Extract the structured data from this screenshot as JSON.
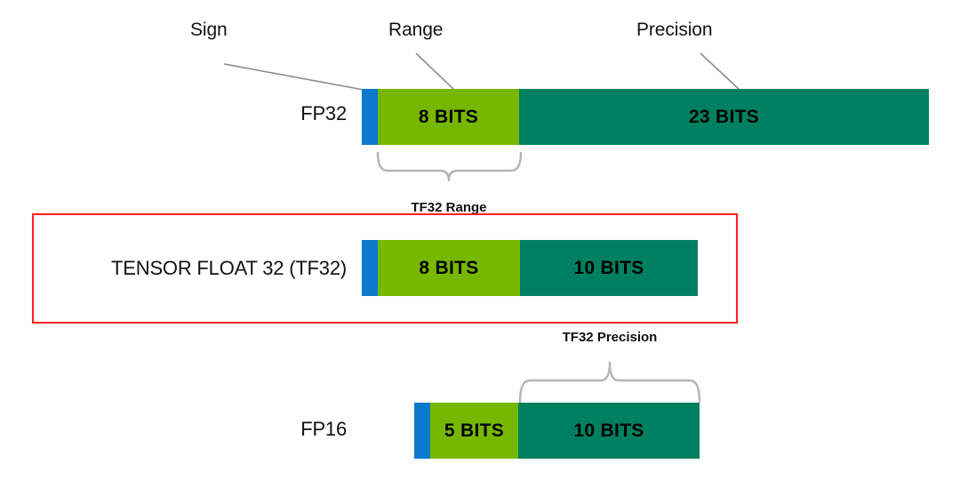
{
  "diagram": {
    "title_callouts": [
      {
        "id": "sign",
        "label": "Sign"
      },
      {
        "id": "range",
        "label": "Range"
      },
      {
        "id": "precision",
        "label": "Precision"
      }
    ],
    "rows": [
      {
        "id": "fp32",
        "name": "FP32",
        "segments": [
          {
            "id": "sign",
            "label": "",
            "bits": 1,
            "color": "#0b79cd"
          },
          {
            "id": "range",
            "label": "8 BITS",
            "bits": 8,
            "color": "#76b800"
          },
          {
            "id": "precision",
            "label": "23 BITS",
            "bits": 23,
            "color": "#008060"
          }
        ]
      },
      {
        "id": "tf32",
        "name": "TENSOR FLOAT 32 (TF32)",
        "segments": [
          {
            "id": "sign",
            "label": "",
            "bits": 1,
            "color": "#0b79cd"
          },
          {
            "id": "range",
            "label": "8 BITS",
            "bits": 8,
            "color": "#76b800"
          },
          {
            "id": "precision",
            "label": "10 BITS",
            "bits": 10,
            "color": "#008060"
          }
        ]
      },
      {
        "id": "fp16",
        "name": "FP16",
        "segments": [
          {
            "id": "sign",
            "label": "",
            "bits": 1,
            "color": "#0b79cd"
          },
          {
            "id": "range",
            "label": "5 BITS",
            "bits": 5,
            "color": "#76b800"
          },
          {
            "id": "precision",
            "label": "10 BITS",
            "bits": 10,
            "color": "#008060"
          }
        ]
      }
    ],
    "braces": [
      {
        "id": "tf32-range",
        "label": "TF32 Range"
      },
      {
        "id": "tf32-precision",
        "label": "TF32 Precision"
      }
    ],
    "highlight": {
      "id": "tf32-highlight",
      "color": "#ff2020"
    },
    "colors": {
      "sign": "#0b79cd",
      "range": "#76b800",
      "precision": "#008060",
      "highlight": "#ff2020",
      "leader": "#8c8c8c",
      "text": "#141414",
      "background": "#ffffff"
    }
  }
}
